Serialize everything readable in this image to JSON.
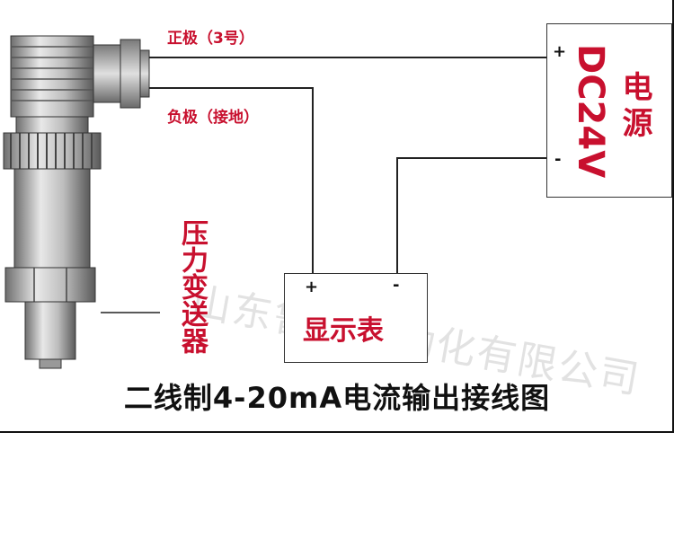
{
  "labels": {
    "positive_wire": "正极（3号）",
    "negative_wire": "负极（接地）",
    "transmitter": "压力变送器",
    "display": "显示表",
    "power_title": "电源",
    "power_voltage": "DC24V",
    "plus": "+",
    "minus": "-",
    "watermark": "山东鲁仪自动化有限公司",
    "caption": "二线制4-20mA电流输出接线图"
  },
  "colors": {
    "label_red": "#c8102e",
    "wire": "#222222",
    "device_gray": "#9a9a9a"
  }
}
